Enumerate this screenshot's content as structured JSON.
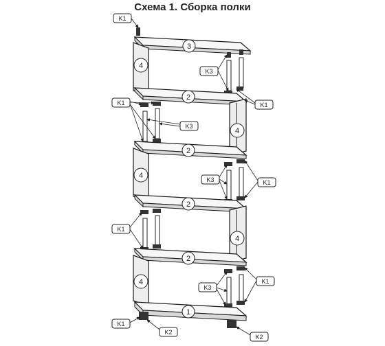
{
  "title": "Схема 1. Сборка полки",
  "parts": {
    "top": "3",
    "shelf": "2",
    "bottom": "1",
    "side": "4"
  },
  "fasteners": {
    "k1": "K1",
    "k2": "K2",
    "k3": "K3"
  }
}
